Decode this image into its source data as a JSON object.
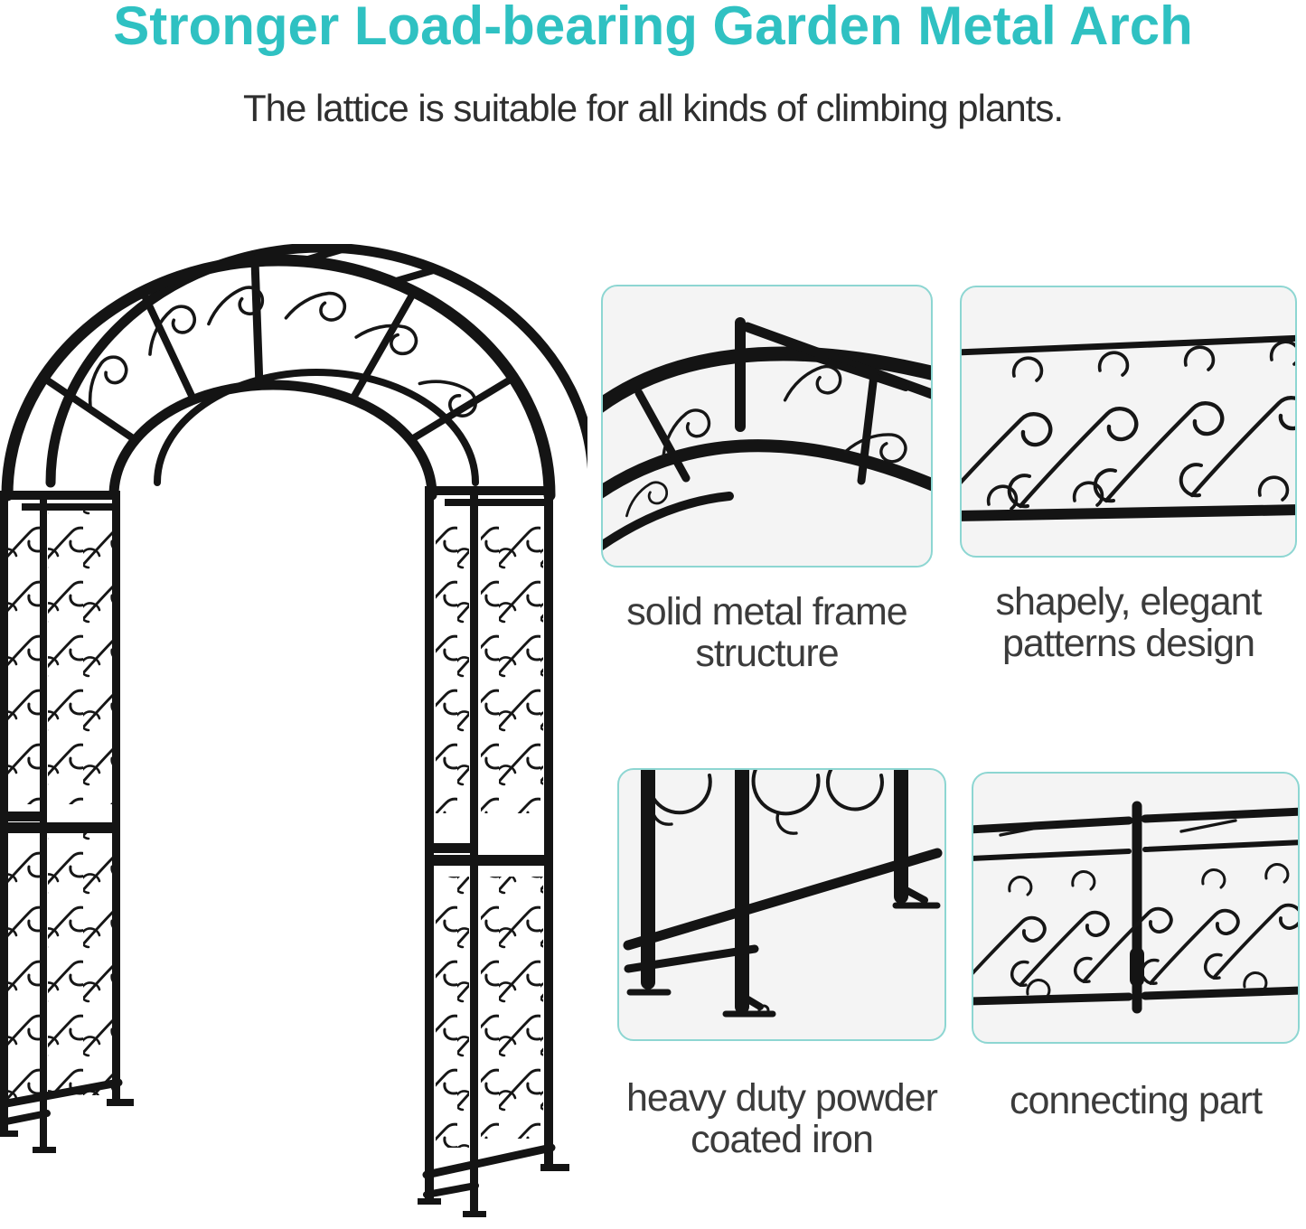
{
  "header": {
    "title": "Stronger Load-bearing Garden Metal Arch",
    "subtitle": "The lattice is suitable for all kinds of climbing plants."
  },
  "colors": {
    "accent_teal": "#2fc1c2",
    "card_border": "#8dd6d2",
    "card_background": "#f4f4f4",
    "caption_text": "#3b3b3b",
    "subtitle_text": "#2e2e2e",
    "metal_black": "#141414"
  },
  "main_illustration": {
    "name": "garden-metal-arch-illustration"
  },
  "features": [
    {
      "image_name": "solid-frame-closeup-illustration",
      "caption_lines": [
        "solid metal frame",
        "structure"
      ]
    },
    {
      "image_name": "scroll-pattern-closeup-illustration",
      "caption_lines": [
        "shapely, elegant",
        "patterns design"
      ]
    },
    {
      "image_name": "powder-coated-legs-closeup-illustration",
      "caption_lines": [
        "heavy duty powder",
        "coated iron"
      ]
    },
    {
      "image_name": "connecting-part-closeup-illustration",
      "caption_lines": [
        "connecting part"
      ]
    }
  ]
}
